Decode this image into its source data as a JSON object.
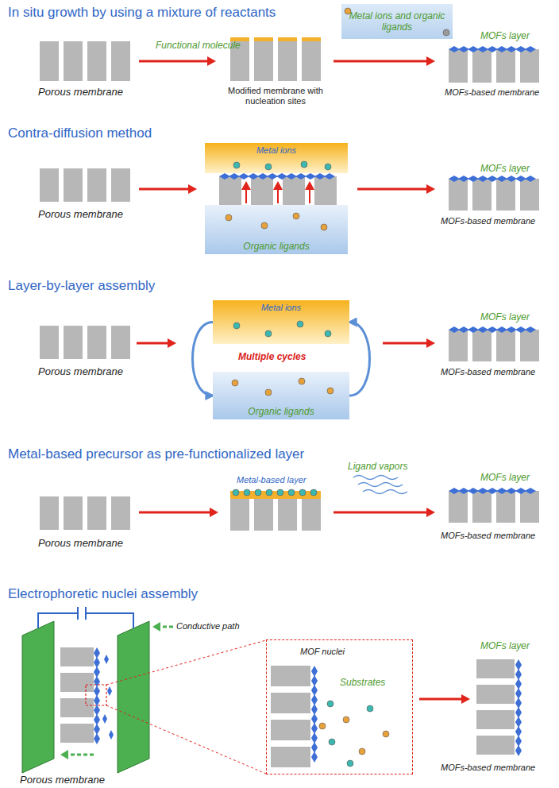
{
  "diagram": {
    "nodes": [
      {
        "text": [
          "Metal ions and organic ligands"
        ]
      },
      {
        "text": [
          "Metal ions"
        ]
      },
      {
        "text": [
          "Organic ligands"
        ]
      },
      {
        "text": [
          "Metal ions"
        ]
      },
      {
        "text": [
          "Organic ligands"
        ]
      },
      {
        "text": [
          "MOF nuclei",
          "Substrates"
        ]
      }
    ],
    "edges": [
      {
        "from": 3,
        "to": 4,
        "arrow": "to"
      },
      {
        "from": 4,
        "to": 3,
        "arrow": "to"
      }
    ],
    "labels": [
      "In situ growth by using a mixture of reactants",
      "Functional molecule",
      "MOFs layer",
      "Porous membrane",
      "Modified membrane with nucleation sites",
      "MOFs-based membrane",
      "Contra-diffusion method",
      "MOFs layer",
      "Porous membrane",
      "MOFs-based membrane",
      "Layer-by-layer assembly",
      "Multiple cycles",
      "MOFs layer",
      "Porous membrane",
      "MOFs-based membrane",
      "Metal-based precursor as pre-functionalized layer",
      "Metal-based layer",
      "Ligand vapors",
      "MOFs layer",
      "Porous membrane",
      "MOFs-based membrane",
      "Electrophoretic nuclei assembly",
      "Conductive path",
      "MOFs layer",
      "Porous membrane",
      "MOFs-based membrane"
    ]
  }
}
